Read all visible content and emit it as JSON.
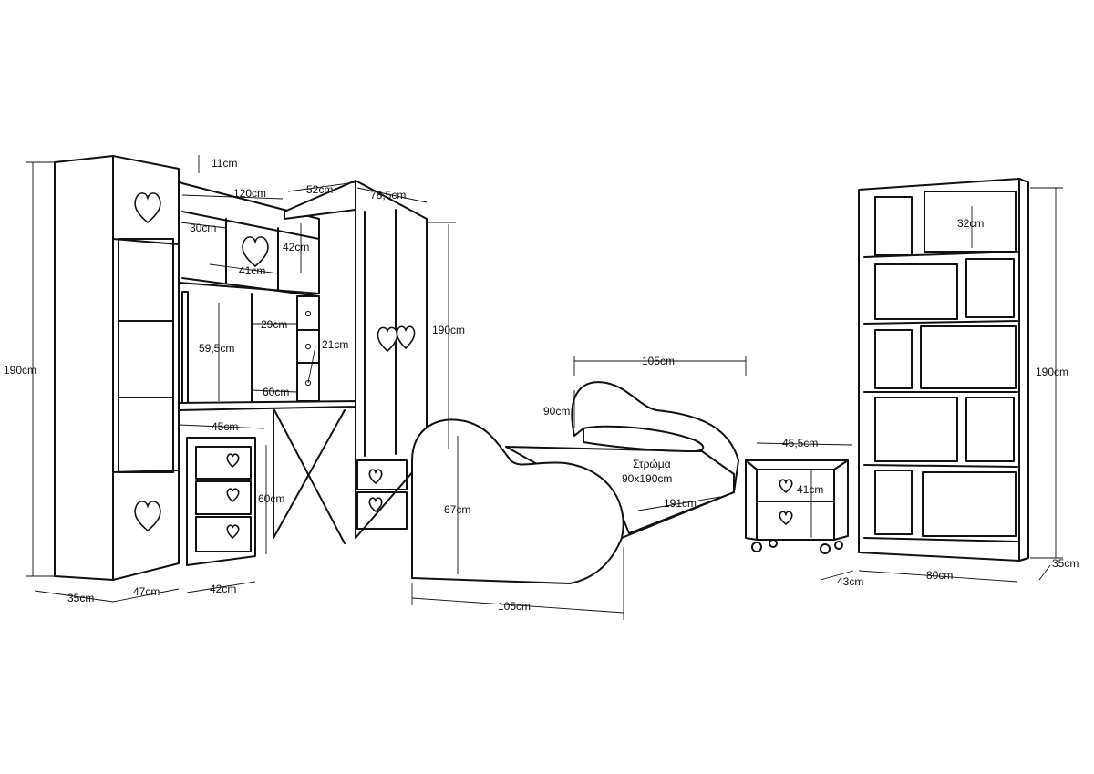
{
  "colors": {
    "ink": "#111111",
    "background": "#ffffff"
  },
  "dimensions": {
    "left_bookcase_height": "190cm",
    "left_bookcase_depth": "35cm",
    "left_bookcase_width": "47cm",
    "hutch_top_depth": "11cm",
    "desk_width": "120cm",
    "wardrobe_depth": "52cm",
    "wardrobe_width": "78,5cm",
    "hutch_shelf_width": "30cm",
    "hutch_height": "42cm",
    "hutch_compartment_width": "41cm",
    "small_drawers_width": "29cm",
    "desk_hutch_clearance": "59,5cm",
    "small_drawers_height": "21cm",
    "desk_depth": "60cm",
    "drawer_unit_width": "45cm",
    "desk_height": "60cm",
    "drawer_unit_depth": "42cm",
    "wardrobe_height": "190cm",
    "bed_width_top": "105cm",
    "headboard_height": "90cm",
    "mattress_label": "Στρώμα",
    "mattress_size": "90x190cm",
    "bed_length": "191cm",
    "footboard_height": "67cm",
    "bed_width_bottom": "105cm",
    "nightstand_width": "45,5cm",
    "nightstand_height": "41cm",
    "nightstand_depth": "43cm",
    "right_bookcase_shelf_height": "32cm",
    "right_bookcase_height": "190cm",
    "right_bookcase_width": "80cm",
    "right_bookcase_depth": "35cm"
  }
}
